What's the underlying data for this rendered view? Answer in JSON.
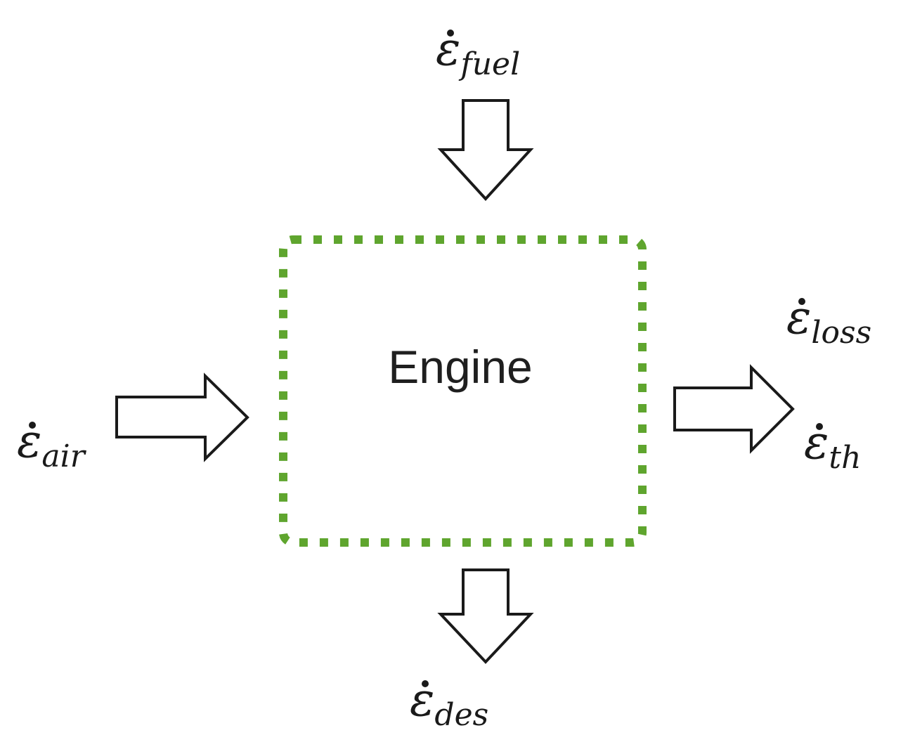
{
  "colors": {
    "boundary": "#5fa52e",
    "stroke": "#1a1a1a"
  },
  "engine": {
    "label": "Engine"
  },
  "flows": {
    "fuel": {
      "symbol": "ε",
      "subscript": "fuel",
      "direction": "in",
      "icon": "arrow-down-icon"
    },
    "air": {
      "symbol": "ε",
      "subscript": "air",
      "direction": "in",
      "icon": "arrow-right-icon"
    },
    "loss": {
      "symbol": "ε",
      "subscript": "loss",
      "direction": "out",
      "icon": "arrow-right-icon"
    },
    "th": {
      "symbol": "ε",
      "subscript": "th",
      "direction": "out",
      "icon": "arrow-right-icon"
    },
    "des": {
      "symbol": "ε",
      "subscript": "des",
      "direction": "out",
      "icon": "arrow-down-icon"
    }
  }
}
